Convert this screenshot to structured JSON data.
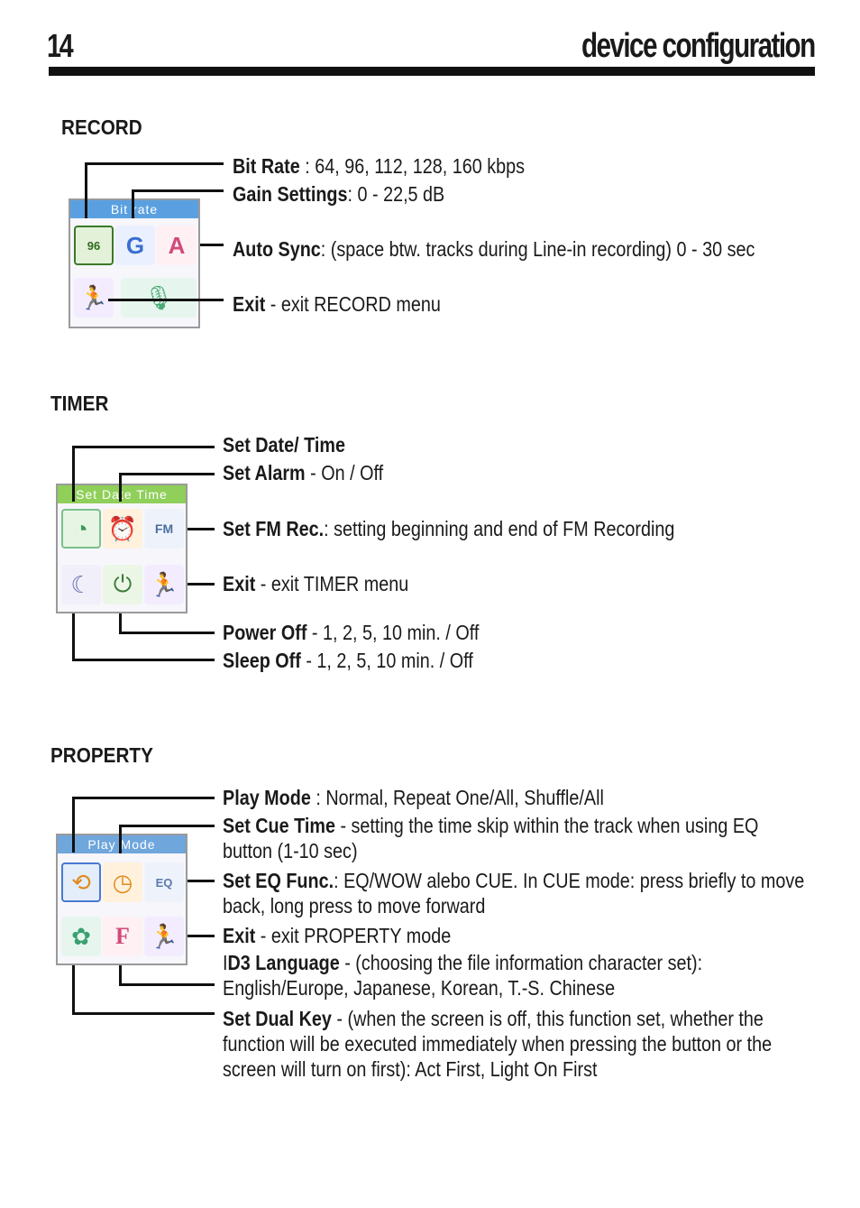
{
  "header": {
    "page_number": "14",
    "title": "device configuration"
  },
  "record": {
    "heading": "RECORD",
    "screen_caption": "Bit rate",
    "items": [
      {
        "label": "Bit Rate",
        "text": " : 64, 96, 112, 128, 160 kbps"
      },
      {
        "label": "Gain Settings",
        "text": ": 0 - 22,5 dB"
      },
      {
        "label": "Auto Sync",
        "text": ": (space btw. tracks during Line-in recording) 0 - 30 sec"
      },
      {
        "label": "Exit",
        "text": " - exit RECORD menu"
      }
    ]
  },
  "timer": {
    "heading": "TIMER",
    "screen_caption": "Set Date Time",
    "items": [
      {
        "label": "Set Date/ Time",
        "text": ""
      },
      {
        "label": "Set Alarm",
        "text": "  - On / Off"
      },
      {
        "label": "Set FM Rec.",
        "text": ": setting beginning and end of FM Recording"
      },
      {
        "label": "Exit",
        "text": " - exit TIMER menu"
      },
      {
        "label": "Power Off",
        "text": " -  1, 2, 5, 10 min. / Off"
      },
      {
        "label": "Sleep Off",
        "text": " -  1, 2, 5, 10 min. / Off"
      }
    ]
  },
  "property": {
    "heading": "PROPERTY",
    "screen_caption": "Play Mode",
    "items": [
      {
        "label": "Play Mode",
        "text": " : Normal, Repeat One/All, Shuffle/All"
      },
      {
        "label": "Set Cue Time",
        "text": " - setting the time skip within the track when using EQ button (1-10 sec)"
      },
      {
        "label": "Set EQ Func.",
        "text": ": EQ/WOW alebo CUE. In CUE mode: press briefly to move back, long press to move forward"
      },
      {
        "label": "Exit",
        "text": " - exit PROPERTY mode"
      },
      {
        "label": "D3 Language",
        "prefix": "I",
        "text": " - (choosing the file information character set): English/Europe, Japanese, Korean, T.-S. Chinese"
      },
      {
        "label": "Set Dual Key",
        "text": " - (when the screen is off, this function set, whether the function will be executed immediately when pressing the button or the screen will turn on first): Act First, Light On First"
      }
    ]
  }
}
